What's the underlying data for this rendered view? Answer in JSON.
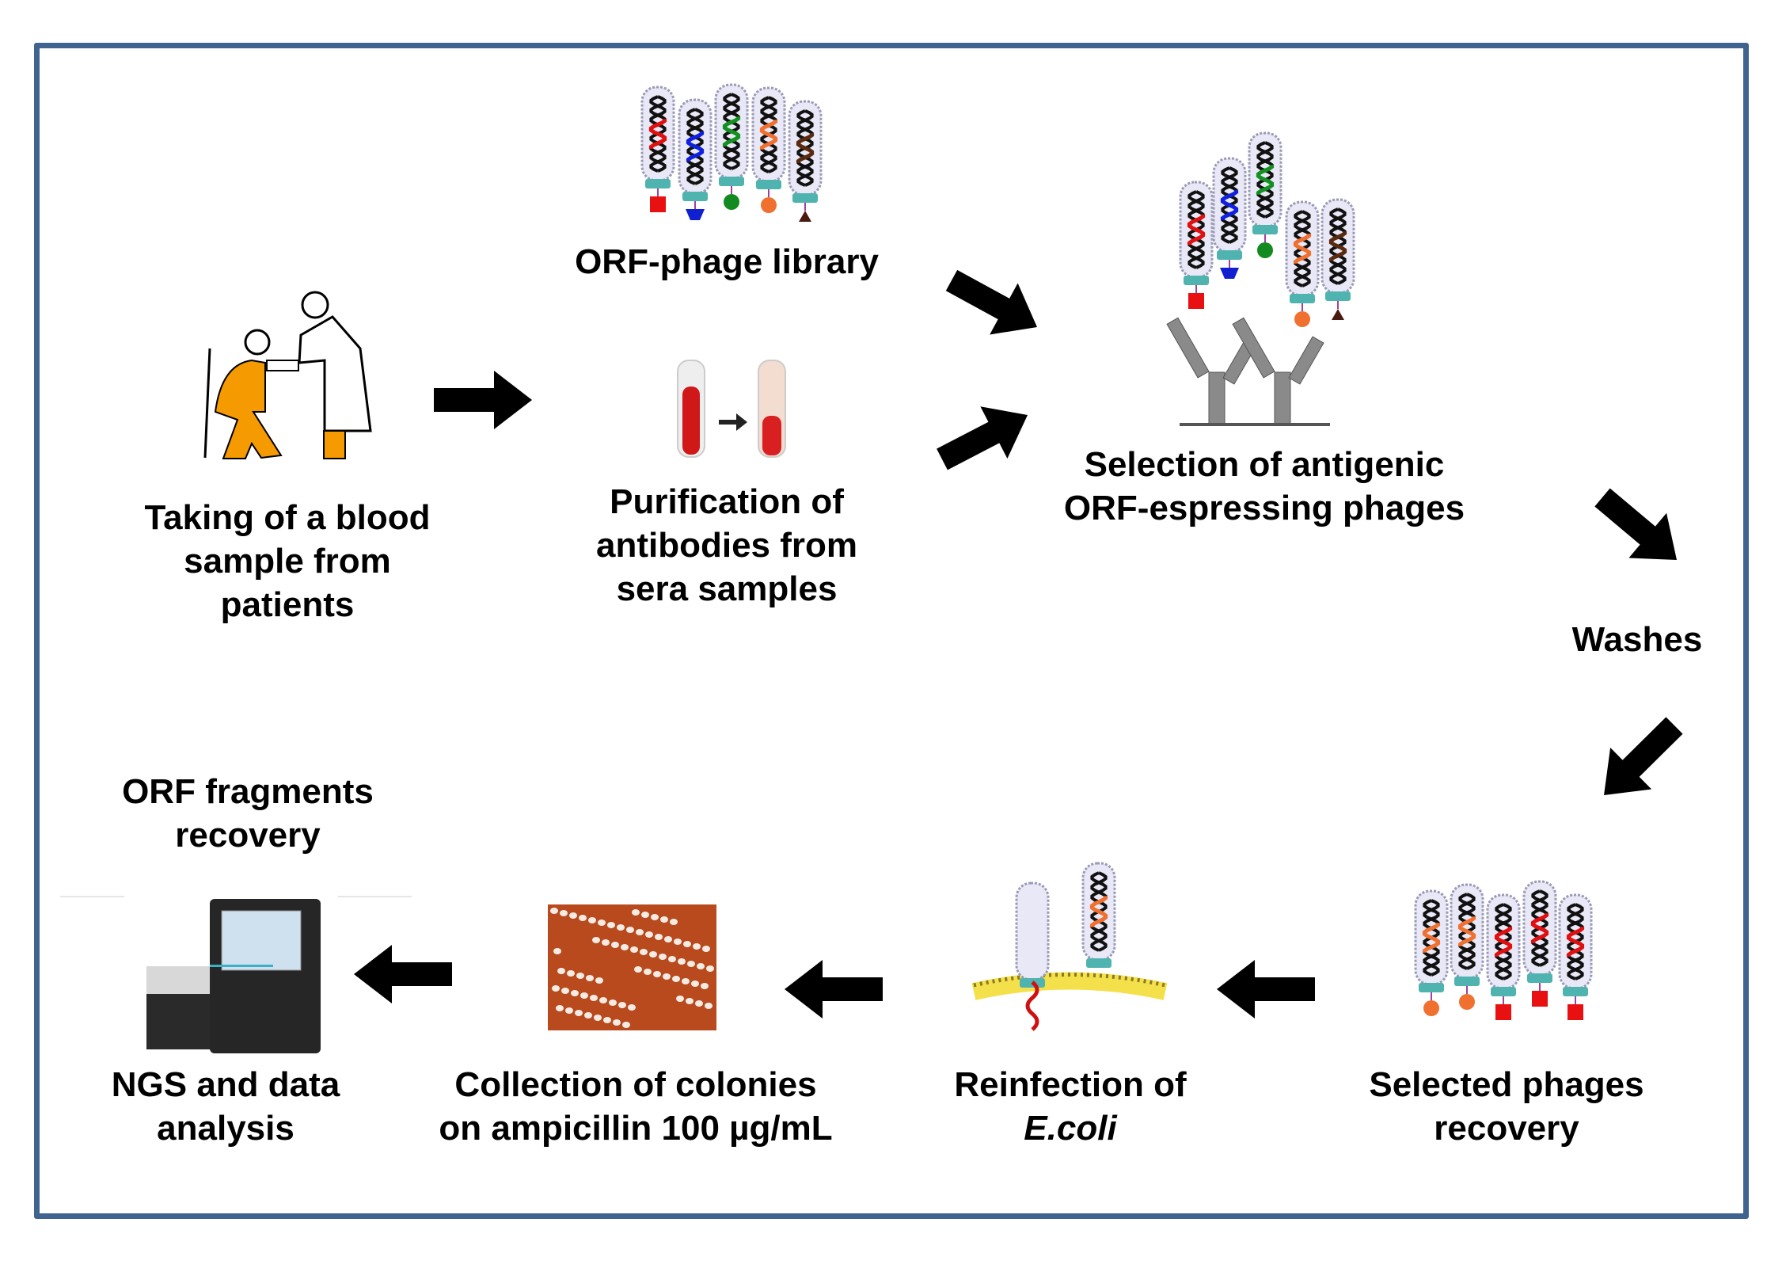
{
  "colors": {
    "frame": "#41638f",
    "arrow": "#000000",
    "orange_person": "#f59a00",
    "phage_fill": "#e8e8f6",
    "phage_dots": "#9a9ab8",
    "phage_base": "#4fb3b0",
    "antibody": "#8a8a8a",
    "plate": "#b84a1e",
    "membrane": "#f4e04a"
  },
  "steps": {
    "blood": {
      "lines": [
        "Taking of a blood",
        "sample from",
        "patients"
      ]
    },
    "library": {
      "lines": [
        "ORF-phage library"
      ]
    },
    "purification": {
      "lines": [
        "Purification of",
        "antibodies from",
        "sera samples"
      ]
    },
    "selection": {
      "lines": [
        "Selection of antigenic",
        "ORF-espressing phages"
      ]
    },
    "washes": {
      "lines": [
        "Washes"
      ]
    },
    "selected": {
      "lines": [
        "Selected phages",
        "recovery"
      ]
    },
    "reinfection": {
      "lines": [
        "Reinfection of",
        "E.coli"
      ]
    },
    "colonies": {
      "lines": [
        "Collection of colonies",
        "on ampicillin 100 µg/mL"
      ]
    },
    "ngs": {
      "lines": [
        "NGS and data",
        "analysis"
      ]
    },
    "orf_recovery": {
      "lines": [
        "ORF fragments",
        "recovery"
      ]
    }
  },
  "icons": [
    "patient-and-doctor-icon",
    "phage-library-icon",
    "blood-tube-icon",
    "antibody-selection-icon",
    "selected-phages-icon",
    "ecoli-reinfection-icon",
    "colony-plate-icon",
    "ngs-sequencer-icon",
    "arrow-icon"
  ]
}
